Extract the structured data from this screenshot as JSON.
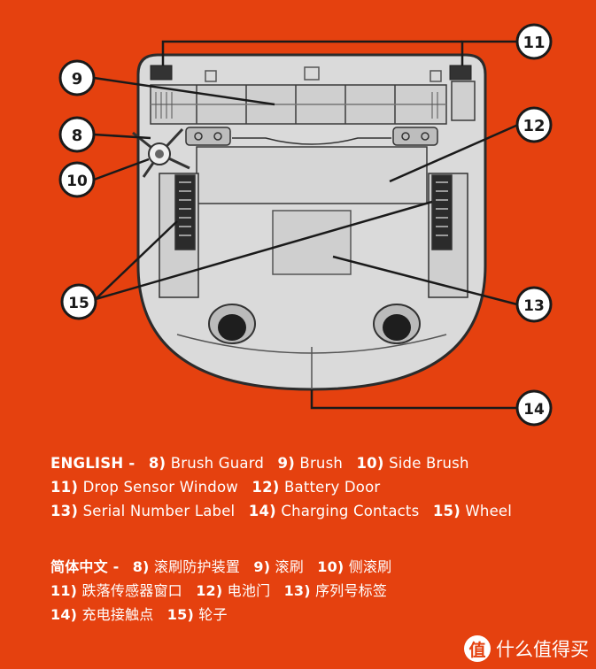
{
  "callouts": {
    "c8": "8",
    "c9": "9",
    "c10": "10",
    "c11": "11",
    "c12": "12",
    "c13": "13",
    "c14": "14",
    "c15": "15"
  },
  "legend_en": {
    "heading": "ENGLISH -",
    "items": [
      {
        "num": "8)",
        "label": "Brush Guard"
      },
      {
        "num": "9)",
        "label": "Brush"
      },
      {
        "num": "10)",
        "label": "Side Brush"
      },
      {
        "num": "11)",
        "label": "Drop Sensor Window"
      },
      {
        "num": "12)",
        "label": "Battery Door"
      },
      {
        "num": "13)",
        "label": "Serial Number Label"
      },
      {
        "num": "14)",
        "label": "Charging Contacts"
      },
      {
        "num": "15)",
        "label": "Wheel"
      }
    ]
  },
  "legend_zh": {
    "heading": "简体中文 -",
    "items": [
      {
        "num": "8)",
        "label": "滚刷防护装置"
      },
      {
        "num": "9)",
        "label": "滚刷"
      },
      {
        "num": "10)",
        "label": "侧滚刷"
      },
      {
        "num": "11)",
        "label": "跌落传感器窗口"
      },
      {
        "num": "12)",
        "label": "电池门"
      },
      {
        "num": "13)",
        "label": "序列号标签"
      },
      {
        "num": "14)",
        "label": "充电接触点"
      },
      {
        "num": "15)",
        "label": "轮子"
      }
    ]
  },
  "watermark": {
    "badge": "值",
    "text": "什么值得买"
  },
  "colors": {
    "background": "#e5410f",
    "robot_fill": "#dadada",
    "robot_outline": "#2b2b2b",
    "callout_fill": "#ffffff"
  }
}
